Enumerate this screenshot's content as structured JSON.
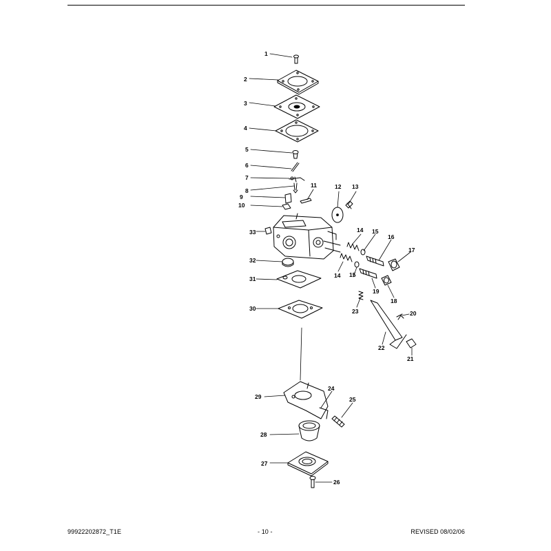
{
  "footer": {
    "doc_number": "99922202872_T1E",
    "page_number": "- 10 -",
    "revision": "REVISED 08/02/06"
  },
  "callouts": [
    "1",
    "2",
    "3",
    "4",
    "5",
    "6",
    "7",
    "8",
    "9",
    "10",
    "11",
    "12",
    "13",
    "14",
    "15",
    "16",
    "17",
    "14",
    "15",
    "19",
    "18",
    "20",
    "23",
    "22",
    "21",
    "33",
    "32",
    "31",
    "30",
    "29",
    "24",
    "25",
    "28",
    "27",
    "26"
  ]
}
